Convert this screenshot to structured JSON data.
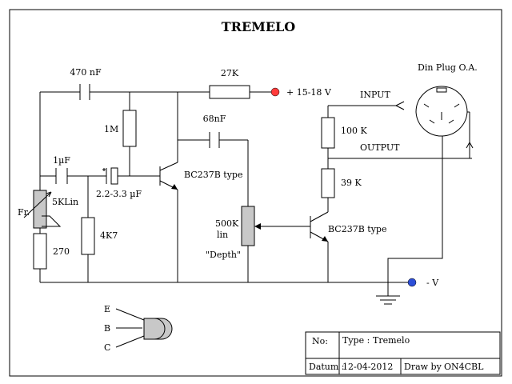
{
  "title": "TREMELO",
  "labels": {
    "c1": "470 nF",
    "r_27k": "27K",
    "supply": "+ 15-18 V",
    "r_1m": "1M",
    "c_68nf": "68nF",
    "c_1uf": "1µF",
    "c_22": "2.2-3.3 µF",
    "pot_5k": "5KLin",
    "fr": "Fr.",
    "r_270": "270",
    "r_4k7": "4K7",
    "q1_type": "BC237B type",
    "pot_500k_line1": "500K",
    "pot_500k_line2": "lin",
    "depth": "\"Depth\"",
    "q2_type": "BC237B type",
    "r_100k": "100 K",
    "r_39k": "39 K",
    "input": "INPUT",
    "output": "OUTPUT",
    "din": "Din Plug  O.A.",
    "neg": "- V",
    "pin_e": "E",
    "pin_b": "B",
    "pin_c": "C"
  },
  "titleblock": {
    "no_label": "No:",
    "type_label": "Type :",
    "type_value": "Tremelo",
    "datum_label": "Datum :",
    "datum_value": "12-04-2012",
    "draw_label": "Draw by",
    "draw_value": "ON4CBL"
  },
  "colors": {
    "supply_dot": "#ff3b3b",
    "ground_dot": "#2d4fd8",
    "pot_fill": "#c8c8c8"
  }
}
